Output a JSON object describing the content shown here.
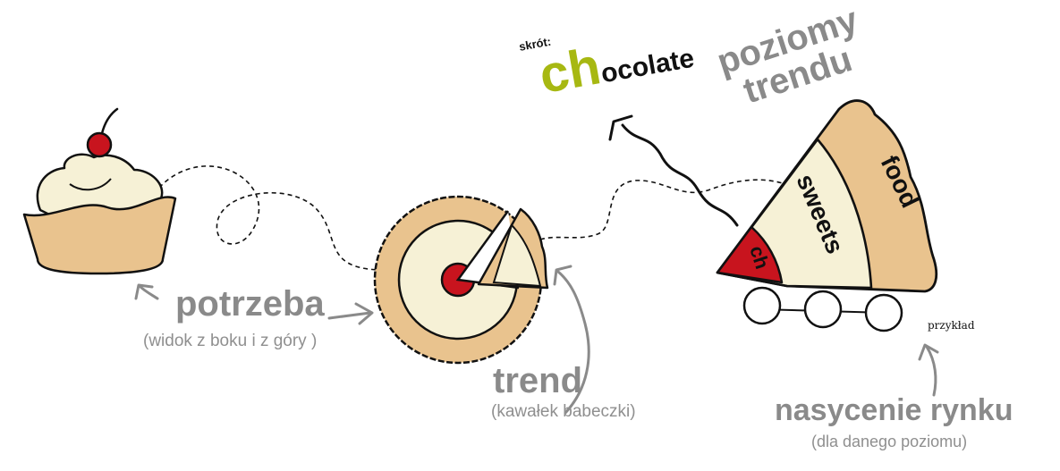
{
  "labels": {
    "need": "potrzeba",
    "need_sub": "(widok z boku i z góry )",
    "trend": "trend",
    "trend_sub": "(kawałek babeczki)",
    "saturation": "nasycenie rynku",
    "saturation_sub": "(dla danego poziomu)",
    "short_prefix": "skrót:",
    "chocolate_prefix": "ch",
    "chocolate_rest": "ocolate",
    "levels_line1": "poziomy",
    "levels_line2": "trendu",
    "example": "przykład"
  },
  "slice_layers": {
    "inner": "ch",
    "middle": "sweets",
    "outer": "food"
  },
  "colors": {
    "crust": "#e9c38e",
    "cream": "#f6f1d6",
    "cherry": "#c8141e",
    "accent_green": "#a7b812",
    "label_gray": "#8a8a8a",
    "outline": "#111111"
  }
}
